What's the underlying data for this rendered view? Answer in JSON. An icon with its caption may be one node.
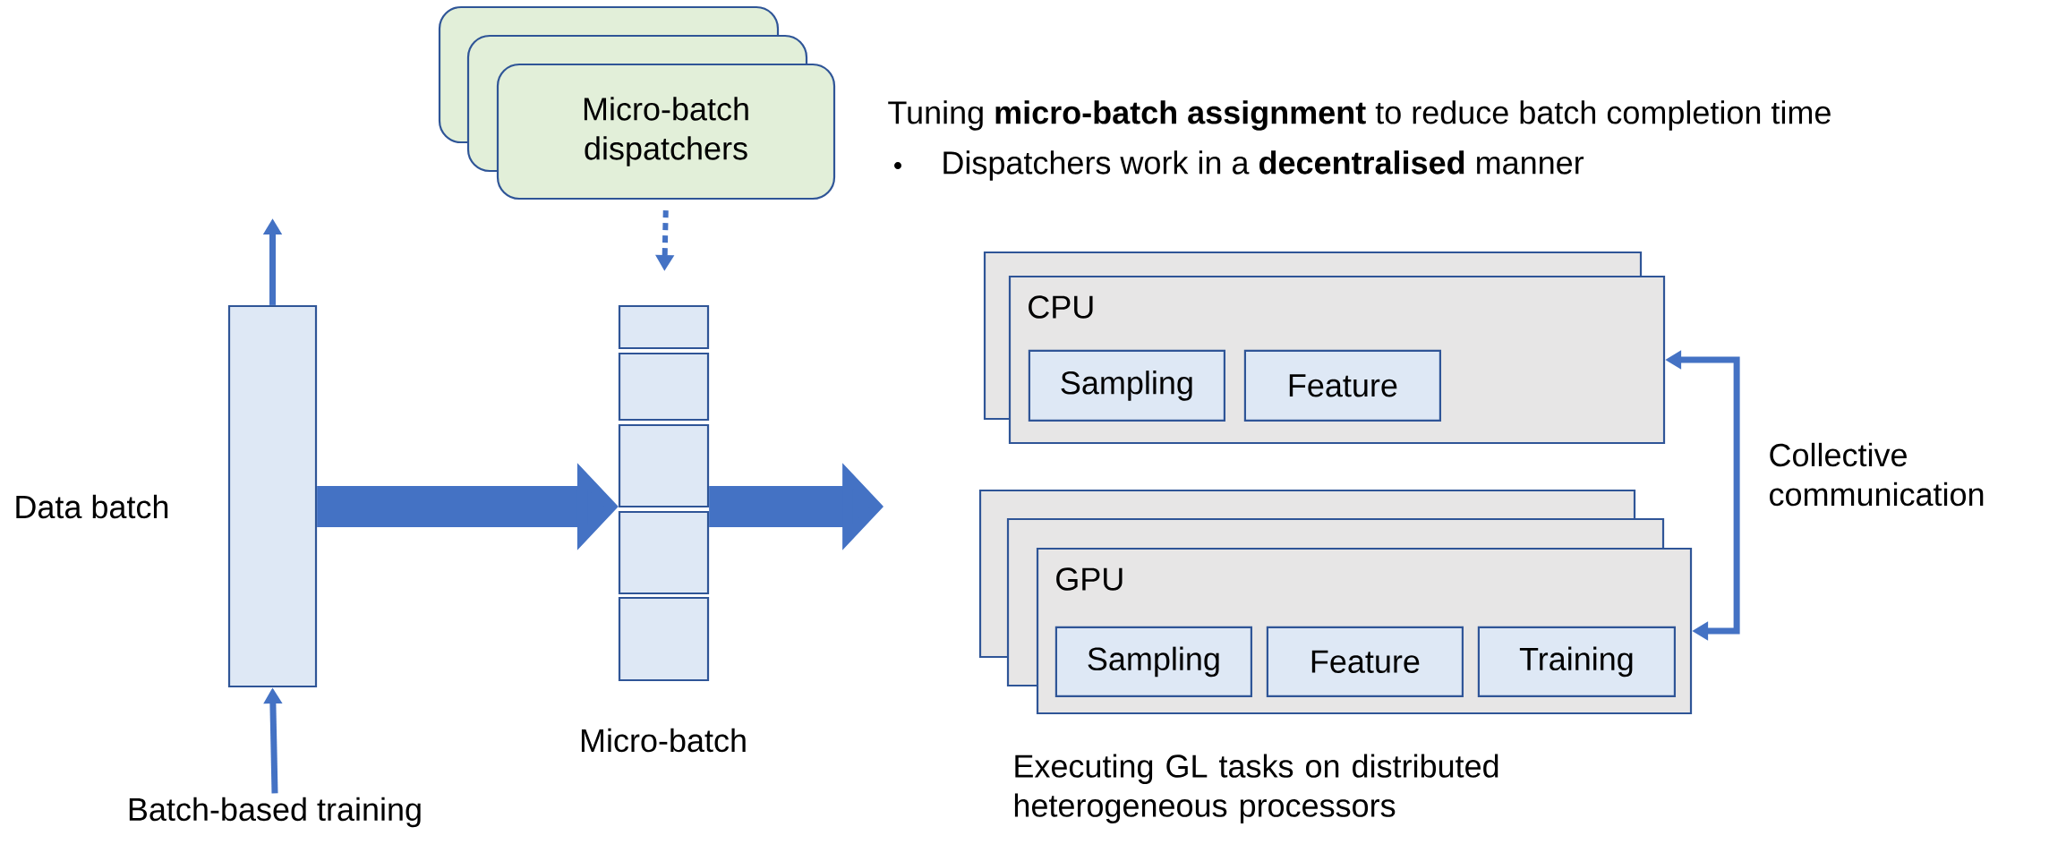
{
  "diagram": {
    "nodes": [
      {
        "text": [],
        "shape": "box",
        "beside": [
          "Data batch"
        ]
      },
      {
        "text": [
          "Batch-based training"
        ]
      },
      {
        "text": [
          "Micro-batch dispatchers"
        ]
      },
      {
        "text": [],
        "shape": "card"
      },
      {
        "text": [],
        "shape": "card"
      },
      {
        "text": [],
        "shape": "box"
      },
      {
        "text": [],
        "shape": "box"
      },
      {
        "text": [],
        "shape": "box"
      },
      {
        "text": [],
        "shape": "box"
      },
      {
        "text": [],
        "shape": "box"
      },
      {
        "text": [
          "CPU"
        ]
      },
      {
        "text": [],
        "shape": "box"
      },
      {
        "text": [
          "Sampling"
        ],
        "in": 10
      },
      {
        "text": [
          "Feature"
        ],
        "in": 10
      },
      {
        "text": [
          "GPU"
        ]
      },
      {
        "text": [],
        "shape": "box"
      },
      {
        "text": [],
        "shape": "box"
      },
      {
        "text": [
          "Sampling"
        ],
        "in": 14
      },
      {
        "text": [
          "Feature"
        ],
        "in": 14
      },
      {
        "text": [
          "Training"
        ],
        "in": 14
      }
    ],
    "edges": [
      {
        "from": 1,
        "to": 0,
        "arrow": "to"
      },
      {
        "from": 0,
        "to": null,
        "arrow": "to"
      },
      {
        "from": 2,
        "to": 5,
        "arrow": "to",
        "style": "dashed"
      },
      {
        "from": 0,
        "to": 7,
        "arrow": "to",
        "style": "thick"
      },
      {
        "from": 7,
        "to": null,
        "arrow": "to",
        "style": "thick"
      },
      {
        "from": 10,
        "to": 14,
        "arrow": "both",
        "label": "Collective communication"
      }
    ],
    "labels": [
      "Micro-batch",
      "Tuning **micro-batch assignment** to reduce batch completion time",
      "Dispatchers work in a **decentralised** manner",
      "Executing GL tasks on distributed heterogeneous processors"
    ]
  }
}
